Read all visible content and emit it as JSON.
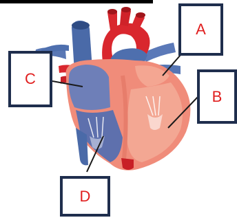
{
  "labels": {
    "a": "A",
    "b": "B",
    "c": "C",
    "d": "D"
  },
  "colors": {
    "label_text": "#e01e1e",
    "box_border": "#1f2e4d",
    "artery_red": "#d9272e",
    "vein_blue": "#4a6aa8",
    "muscle_pink": "#f08c7a",
    "chamber_red": "#f3a793",
    "chamber_blue": "#6e7fb8"
  },
  "icons": [
    "heart-illustration"
  ]
}
